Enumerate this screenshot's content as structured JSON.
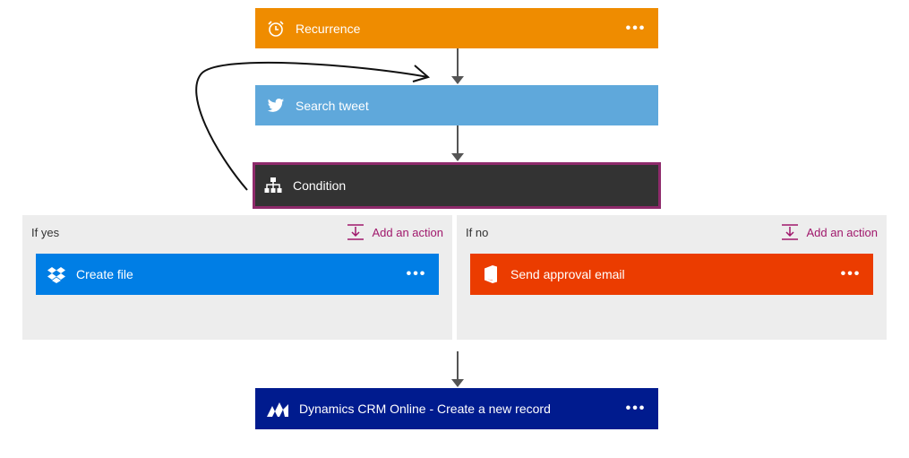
{
  "colors": {
    "recurrence": "#ef8c00",
    "search_tweet": "#5fa8db",
    "condition": "#333333",
    "condition_border": "#8e2a6b",
    "create_file": "#007ee5",
    "send_approval": "#eb3c00",
    "dynamics": "#001b8e",
    "branch_bg": "#ededed",
    "add_action": "#a0186c"
  },
  "steps": {
    "recurrence": {
      "label": "Recurrence",
      "icon": "alarm-clock-icon",
      "menu": "•••"
    },
    "search_tweet": {
      "label": "Search tweet",
      "icon": "twitter-bird-icon"
    },
    "condition": {
      "label": "Condition",
      "icon": "hierarchy-icon"
    },
    "dynamics": {
      "label": "Dynamics CRM Online - Create a new record",
      "icon": "dynamics-crm-icon",
      "menu": "•••"
    }
  },
  "branches": {
    "yes": {
      "title": "If yes",
      "add_action_label": "Add an action",
      "action": {
        "label": "Create file",
        "icon": "dropbox-icon",
        "menu": "•••"
      }
    },
    "no": {
      "title": "If no",
      "add_action_label": "Add an action",
      "action": {
        "label": "Send approval email",
        "icon": "office-icon",
        "menu": "•••"
      }
    }
  }
}
